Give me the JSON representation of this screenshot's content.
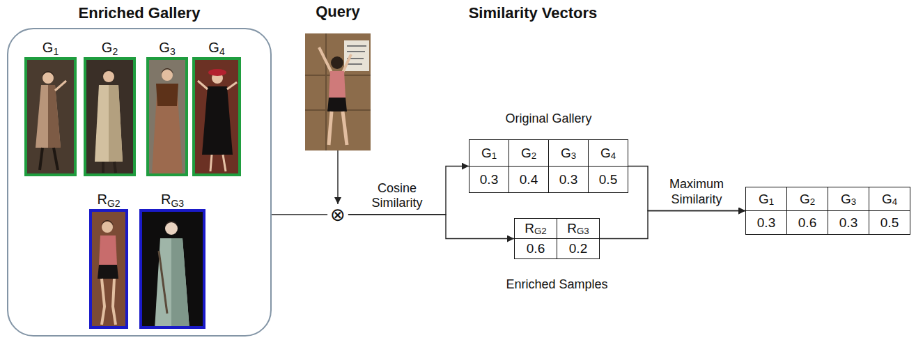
{
  "diagram": {
    "nodes": [
      {
        "text": [
          "Enriched Gallery"
        ]
      },
      {
        "text": [
          "G1"
        ],
        "in": 0
      },
      {
        "text": [
          "G2"
        ],
        "in": 0
      },
      {
        "text": [
          "G3"
        ],
        "in": 0
      },
      {
        "text": [
          "G4"
        ],
        "in": 0
      },
      {
        "text": [
          "RG2"
        ],
        "in": 0
      },
      {
        "text": [
          "RG3"
        ],
        "in": 0
      },
      {
        "text": [
          "Query"
        ]
      },
      {
        "text": [
          "⊗"
        ]
      },
      {
        "text": [
          "Original Gallery",
          "G1",
          "G2",
          "G3",
          "G4",
          "0.3",
          "0.4",
          "0.3",
          "0.5"
        ]
      },
      {
        "text": [
          "RG2",
          "RG3",
          "0.6",
          "0.2",
          "Enriched Samples"
        ]
      },
      {
        "text": [
          "G1",
          "G2",
          "G3",
          "G4",
          "0.3",
          "0.6",
          "0.3",
          "0.5"
        ]
      }
    ],
    "edges": [
      {
        "from": 0,
        "to": 8,
        "arrow": "none"
      },
      {
        "from": 7,
        "to": 8,
        "arrow": "to"
      },
      {
        "from": 8,
        "to": 9,
        "arrow": "to",
        "label": "Cosine Similarity"
      },
      {
        "from": 8,
        "to": 10,
        "arrow": "to"
      },
      {
        "from": 9,
        "to": 11,
        "arrow": "to",
        "label": "Maximum Similarity"
      },
      {
        "from": 10,
        "to": 11,
        "arrow": "to"
      }
    ],
    "labels": [
      "Similarity Vectors"
    ]
  }
}
